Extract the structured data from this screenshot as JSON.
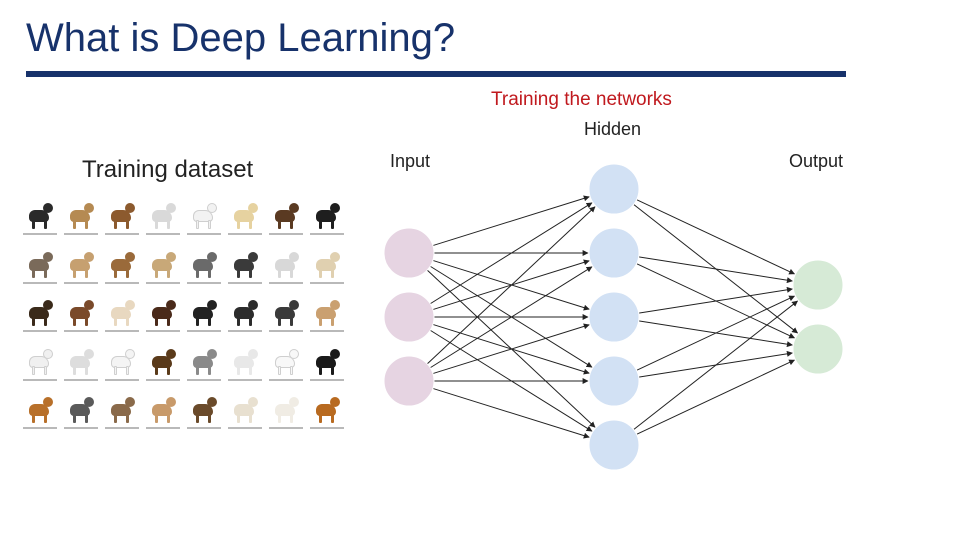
{
  "slide": {
    "title": "What is Deep Learning?",
    "subtitle": "Training the networks",
    "dataset_label": "Training dataset"
  },
  "network": {
    "labels": {
      "input": "Input",
      "hidden": "Hidden",
      "output": "Output"
    },
    "layers": [
      {
        "name": "input",
        "count": 3,
        "color": "#e6d4e2"
      },
      {
        "name": "hidden",
        "count": 5,
        "color": "#d2e1f4"
      },
      {
        "name": "output",
        "count": 2,
        "color": "#d6ead6"
      }
    ],
    "edge_color": "#222222"
  },
  "dataset": {
    "rows": 5,
    "cols": 8,
    "dog_colors": [
      "#2a2a2a",
      "#b58a52",
      "#8c5a2e",
      "#d9d9d9",
      "#f2f2f2",
      "#e6d2a0",
      "#5a3a22",
      "#1e1e1e",
      "#7a6a5a",
      "#c6a070",
      "#9a6a3a",
      "#c8a878",
      "#6a6a6a",
      "#3a3a3a",
      "#d8d8d8",
      "#e0d0b0",
      "#3a2a1a",
      "#7a4a2a",
      "#e8d8c0",
      "#4a2a1a",
      "#222222",
      "#2c2c2c",
      "#3a3a3a",
      "#caa070",
      "#f0f0f0",
      "#dddddd",
      "#f4f4f4",
      "#5a3a1a",
      "#8a8a8a",
      "#e8e8e8",
      "#f8f8f8",
      "#1a1a1a",
      "#b8702a",
      "#5a5a5a",
      "#8a6a4a",
      "#c89a6a",
      "#6a4a2a",
      "#e8e0d0",
      "#f0ece4",
      "#b86a20"
    ]
  }
}
